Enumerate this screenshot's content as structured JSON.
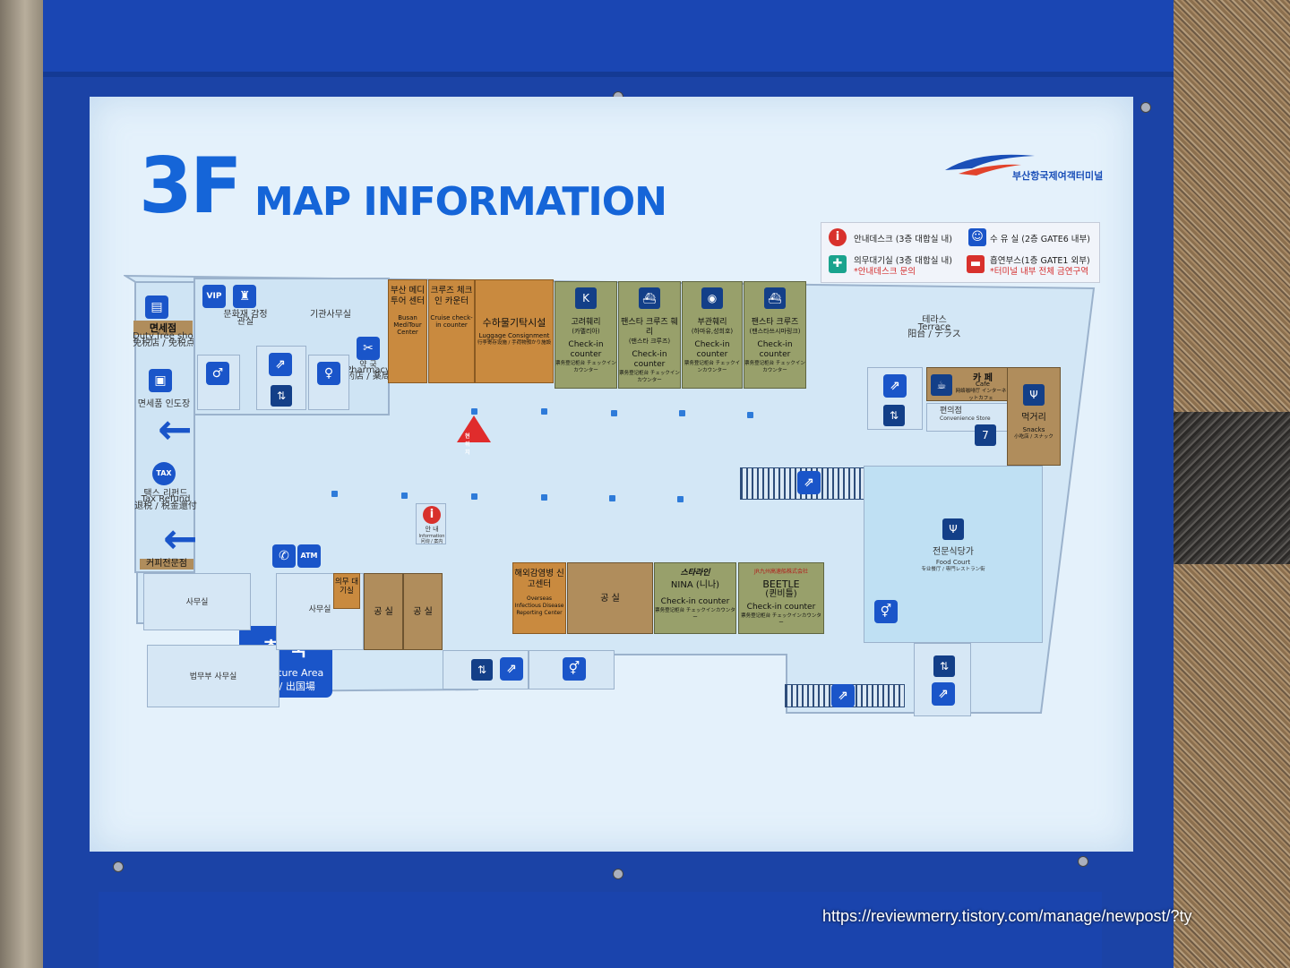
{
  "header": {
    "floor": "3F",
    "title": "MAP INFORMATION",
    "logo_text": "부산항국제여객터미널"
  },
  "legend": {
    "info_desk": "안내데스크 (3층 대합실 내)",
    "nursing_room": "수 유 실 (2층 GATE6 내부)",
    "medical_room": "의무대기실 (3층 대합실 내)",
    "medical_note": "*안내데스크 문의",
    "smoking_booth": "흡연부스(1층 GATE1 외부)",
    "smoking_note": "*터미널 내부 전체 금연구역"
  },
  "map": {
    "duty_free": "면세점",
    "duty_free_en": "Duty free shop",
    "duty_free_jp": "免税店 / 免税点",
    "duty_free_pickup": "면세품 인도장",
    "vip": "VIP",
    "heritage": "문화재 감정관실",
    "agency_office": "기관사무실",
    "pharmacy": "약 국",
    "pharmacy_en": "Pharmacy",
    "pharmacy_jp": "药店 / 薬局",
    "medi_tour": "부산 메디투어 센터",
    "medi_tour_en": "Busan MediTour Center",
    "cruise_checkin": "크루즈 체크인 카운터",
    "cruise_checkin_en": "Cruise check-in counter",
    "luggage": "수하물기탁시설",
    "luggage_en": "Luggage Consignment",
    "luggage_jp": "行李寄存设施 / 手荷物預かり施設",
    "counters": [
      {
        "name": "고려훼리",
        "sub": "(카멜리아)",
        "en": "Check-in counter",
        "jp": "票务登记柜台 チェックインカウンター"
      },
      {
        "name": "팬스타 크루즈 훼리",
        "sub": "(팬스타 크루즈)",
        "en": "Check-in counter",
        "jp": "票务登记柜台 チェックインカウンター"
      },
      {
        "name": "부관훼리",
        "sub": "(하마유,성희호)",
        "en": "Check-in counter",
        "jp": "票务登记柜台 チェックインカウンター"
      },
      {
        "name": "팬스타 크루즈",
        "sub": "(팬스타쓰시마링크)",
        "en": "Check-in counter",
        "jp": "票务登记柜台 チェックインカウンター"
      }
    ],
    "terrace": "테라스",
    "terrace_en": "Terrace",
    "terrace_jp": "阳台 / テラス",
    "cafe": "카 페",
    "cafe_en": "Cafe",
    "cafe_sub": "网络咖啡厅 インターネットカフェ",
    "convenience": "편의점",
    "convenience_en": "Convenience Store",
    "snacks": "먹거리",
    "snacks_en": "Snacks",
    "snacks_jp": "小吃店 / スナック",
    "you_are_here": "현위치",
    "departure": "출 국",
    "departure_en": "Departure Area",
    "departure_cn": "出境 / 出国場",
    "tax_refund": "택스 리펀드",
    "tax_refund_en": "Tax Refund",
    "tax_refund_cn": "退税 / 税金還付",
    "coffee": "커피전문점",
    "info": "안 내",
    "info_en": "Information",
    "info_cn": "问询 / 案内",
    "atm": "ATM",
    "office": "사무실",
    "office2": "사무실",
    "justice_office": "법무부 사무실",
    "medical_wait": "의무 대기실",
    "empty": "공 실",
    "quarantine": "해외감염병 신고센터",
    "quarantine_en": "Overseas Infectious Disease Reporting Center",
    "stella": "스타라인",
    "stella_sub": "NINA (니나)",
    "beetle": "BEETLE",
    "beetle_sub": "(퀸비틀)",
    "beetle_brand": "JR九州高速船株式会社",
    "food_court": "전문식당가",
    "food_court_en": "Food Court",
    "food_court_jp": "专业餐厅 / 専門レストラン街"
  },
  "watermark": "https://reviewmerry.tistory.com/manage/newpost/?ty"
}
